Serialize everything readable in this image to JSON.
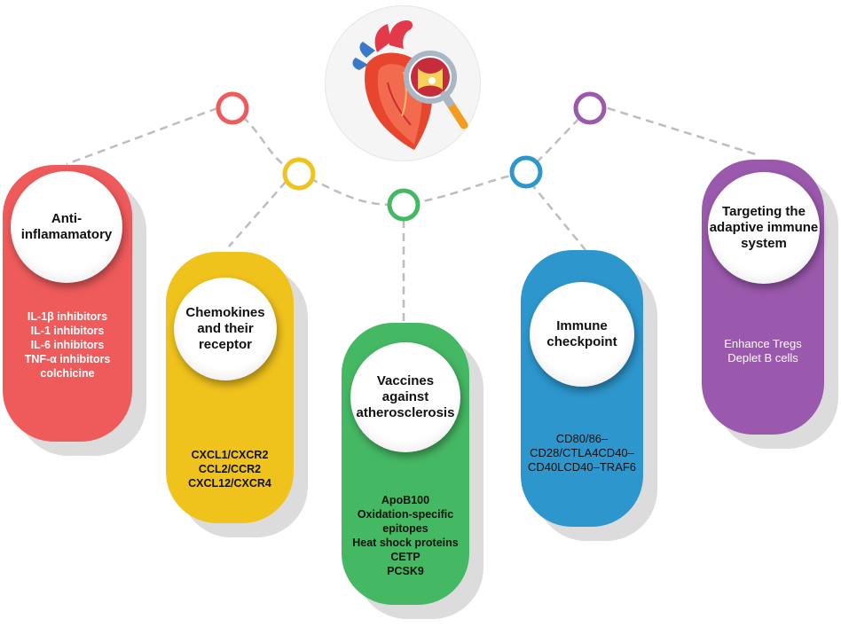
{
  "colors": {
    "red": "#ef5b5b",
    "yellow": "#f0c21c",
    "green": "#45b864",
    "blue": "#2d96cc",
    "purple": "#9b59ad",
    "connector": "#bdbdbd"
  },
  "center_icon": "heart-with-magnifier-icon",
  "categories": [
    {
      "id": "anti-inflammatory",
      "title": "Anti-\ninflamamatory",
      "items": [
        "IL-1β inhibitors",
        "IL-1 inhibitors",
        "IL-6 inhibitors",
        "TNF-α inhibitors",
        "colchicine"
      ]
    },
    {
      "id": "chemokines",
      "title": "Chemokines\nand their\nreceptor",
      "items": [
        "CXCL1/CXCR2",
        "CCL2/CCR2",
        "CXCL12/CXCR4"
      ]
    },
    {
      "id": "vaccines",
      "title": "Vaccines\nagainst\natherosclerosis",
      "items": [
        "ApoB100",
        "Oxidation-specific",
        "epitopes",
        "Heat shock proteins",
        "CETP",
        "PCSK9"
      ]
    },
    {
      "id": "immune-checkpoint",
      "title": "Immune\ncheckpoint",
      "items": [
        "CD80/86–",
        "CD28/CTLA4CD40–",
        "CD40LCD40–TRAF6"
      ]
    },
    {
      "id": "adaptive-immune",
      "title": "Targeting the\nadaptive immune\nsystem",
      "items": [
        "Enhance Tregs",
        "Deplet B cells"
      ]
    }
  ]
}
